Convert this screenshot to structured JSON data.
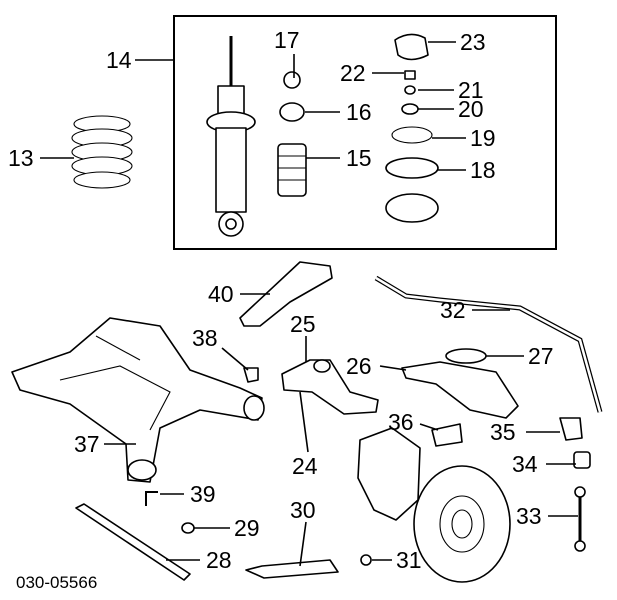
{
  "diagram": {
    "callouts": {
      "p13": "13",
      "p14": "14",
      "p15": "15",
      "p16": "16",
      "p17": "17",
      "p18": "18",
      "p19": "19",
      "p20": "20",
      "p21": "21",
      "p22": "22",
      "p23": "23",
      "p24": "24",
      "p25": "25",
      "p26": "26",
      "p27": "27",
      "p28": "28",
      "p29": "29",
      "p30": "30",
      "p31": "31",
      "p32": "32",
      "p33": "33",
      "p34": "34",
      "p35": "35",
      "p36": "36",
      "p37": "37",
      "p38": "38",
      "p39": "39",
      "p40": "40"
    },
    "figure_code": "030-05566"
  }
}
